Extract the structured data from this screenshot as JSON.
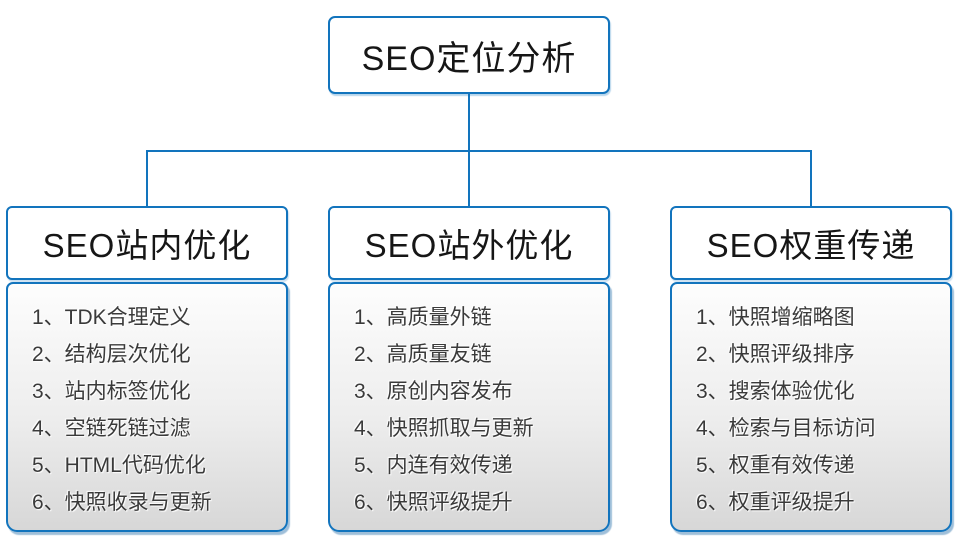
{
  "diagram": {
    "root": {
      "title": "SEO定位分析"
    },
    "columns": [
      {
        "header": "SEO站内优化",
        "items": [
          "1、TDK合理定义",
          "2、结构层次优化",
          "3、站内标签优化",
          "4、空链死链过滤",
          "5、HTML代码优化",
          "6、快照收录与更新"
        ]
      },
      {
        "header": "SEO站外优化",
        "items": [
          "1、高质量外链",
          "2、高质量友链",
          "3、原创内容发布",
          "4、快照抓取与更新",
          "5、内连有效传递",
          "6、快照评级提升"
        ]
      },
      {
        "header": "SEO权重传递",
        "items": [
          "1、快照增缩略图",
          "2、快照评级排序",
          "3、搜索体验优化",
          "4、检索与目标访问",
          "5、权重有效传递",
          "6、权重评级提升"
        ]
      }
    ],
    "colors": {
      "accent_blue": "#1274bd",
      "panel_gradient_top": "#fdfdfd",
      "panel_gradient_bottom": "#d7d7d7",
      "header_text": "#161616",
      "item_text": "#3a3a3a"
    }
  }
}
